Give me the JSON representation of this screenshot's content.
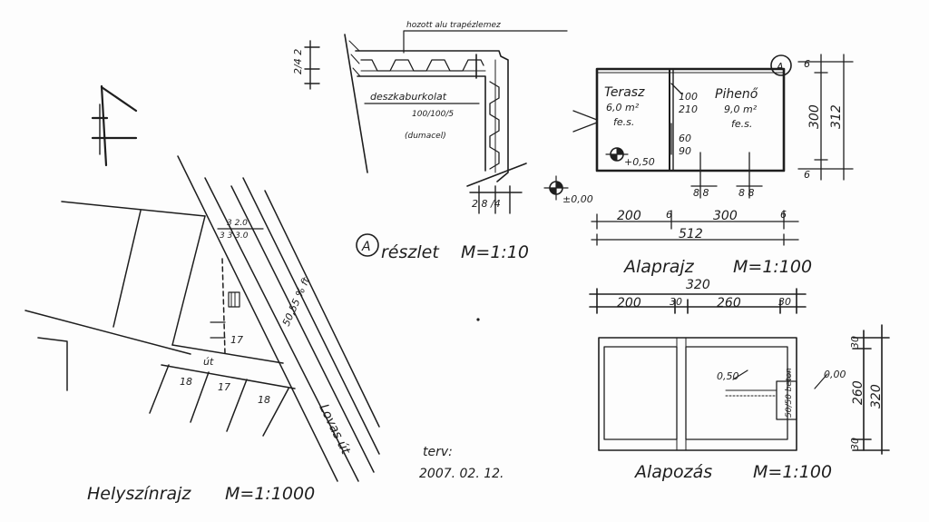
{
  "detail": {
    "title_label": "A",
    "title_text": "részlet",
    "scale": "M=1:10",
    "roof_label": "hozott alu trapézlemez",
    "board_label": "deszkaburkolat",
    "board_size": "100/100/5",
    "board_material": "(dumacel)",
    "dim_top": "2/4 2",
    "dim_bottom": "2 8 /4"
  },
  "floorplan": {
    "title": "Alaprajz",
    "scale": "M=1:100",
    "room1_name": "Terasz",
    "room1_area": "6,0 m²",
    "room1_floor": "fe.s.",
    "room2_name": "Pihenő",
    "room2_area": "9,0 m²",
    "room2_floor": "fe.s.",
    "door_top_w": "100",
    "door_top_h": "210",
    "door_mid_w": "60",
    "door_mid_h": "90",
    "level_inside": "+0,50",
    "level_outside": "±0,00",
    "marker": "A",
    "dim_row1": [
      "200",
      "6",
      "300",
      "6"
    ],
    "dim_total": "512",
    "dim_right_top": "6",
    "dim_right_mid": "300",
    "dim_right_total": "312",
    "dim_right_bot": "6",
    "dim_below": [
      "8 8",
      "8 8"
    ]
  },
  "foundation": {
    "title": "Alapozás",
    "scale": "M=1:100",
    "dim_total": "320",
    "dim_row": [
      "200",
      "30",
      "260",
      "30"
    ],
    "level_left": "0,50",
    "level_right": "0,00",
    "dim_right_top": "30",
    "dim_right_mid": "260",
    "dim_right_total": "320",
    "dim_right_bot": "30",
    "section_note": "50/50 beton"
  },
  "site": {
    "title": "Helyszínrajz",
    "scale": "M=1:1000",
    "road_label": "út",
    "street_name": "Lovas út",
    "street_width": "50,55 % ft",
    "plot_numbers": [
      "18",
      "17",
      "18"
    ],
    "plot_main": "17",
    "dims": [
      "3 2.0",
      "3 3 3.0"
    ]
  },
  "stamp": {
    "label": "terv:",
    "date": "2007. 02. 12."
  }
}
